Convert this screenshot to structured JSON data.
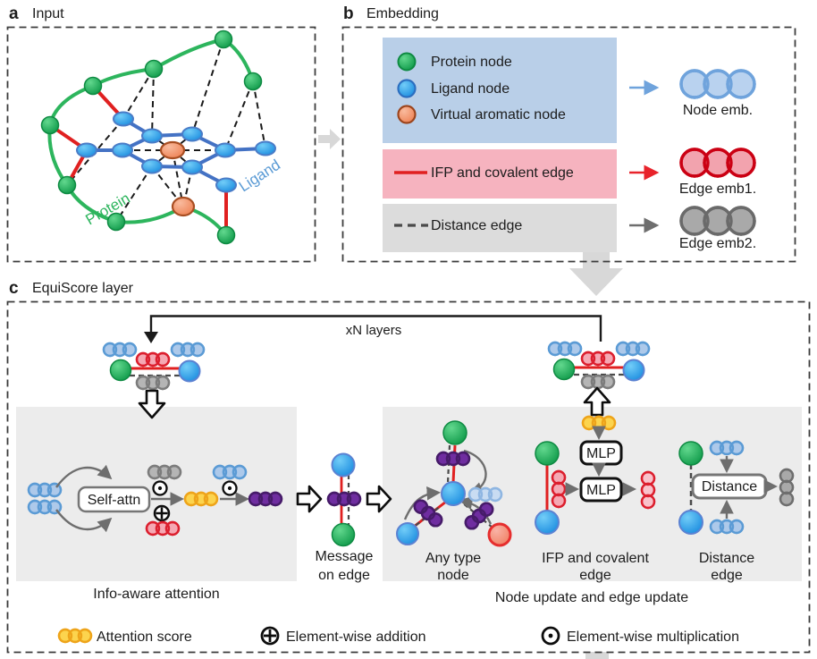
{
  "palette": {
    "protein_green": "#2db55d",
    "ligand_blue": "#4472c4",
    "virtual_orange": "#ee8457",
    "ifp_red": "#e02020",
    "distance_gray": "#6e6e6e",
    "attention_yellow": "#fcd44e",
    "message_purple": "#6f2da0",
    "node_emb_blue": "#adc9ea",
    "panel_bg_gray": "#ececec"
  },
  "panels": {
    "a": {
      "tag": "a",
      "title": "Input",
      "protein_label": "Protein",
      "ligand_label": "Ligand"
    },
    "b": {
      "tag": "b",
      "title": "Embedding",
      "items": [
        {
          "label": "Protein node"
        },
        {
          "label": "Ligand node"
        },
        {
          "label": "Virtual aromatic node"
        }
      ],
      "ifp_label": "IFP and covalent edge",
      "distance_label": "Distance edge",
      "node_emb": "Node emb.",
      "edge_emb1": "Edge emb1.",
      "edge_emb2": "Edge emb2."
    },
    "c": {
      "tag": "c",
      "title": "EquiScore layer",
      "loop_label": "xN layers",
      "self_attn": "Self-attn",
      "info_caption": "Info-aware attention",
      "message_caption": [
        "Message",
        "on edge"
      ],
      "any_type_caption": [
        "Any type",
        "node"
      ],
      "mlp_label": "MLP",
      "ifp_caption": [
        "IFP and covalent",
        "edge"
      ],
      "distance_box_label": "Distance",
      "distance_caption": [
        "Distance",
        "edge"
      ],
      "update_caption": "Node update and edge update",
      "legend": {
        "attention": "Attention score",
        "addition": "Element-wise addition",
        "multiplication": "Element-wise multiplication"
      }
    }
  }
}
